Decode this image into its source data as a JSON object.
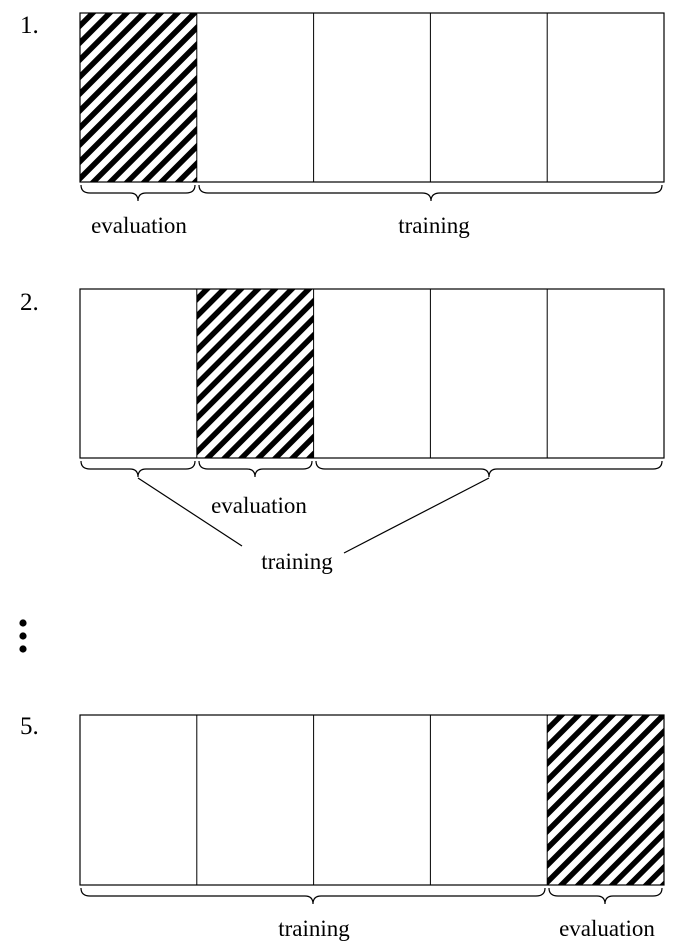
{
  "folds": [
    {
      "number": "1.",
      "eval_index": 0,
      "eval_label": "evaluation",
      "train_label": "training"
    },
    {
      "number": "2.",
      "eval_index": 1,
      "eval_label": "evaluation",
      "train_label": "training"
    },
    {
      "number": "5.",
      "eval_index": 4,
      "eval_label": "evaluation",
      "train_label": "training"
    }
  ],
  "ellipsis": "⋮",
  "hatch_color": "#000000"
}
